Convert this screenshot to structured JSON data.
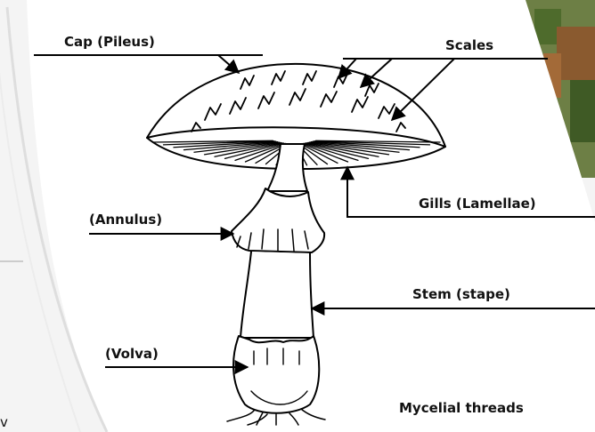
{
  "diagram": {
    "labels": {
      "cap": "Cap (Pileus)",
      "scales": "Scales",
      "gills": "Gills (Lamellae)",
      "annulus": "(Annulus)",
      "stem": "Stem (stape)",
      "volva": "(Volva)",
      "mycelium": "Mycelial threads"
    },
    "corner_text": "v"
  },
  "colors": {
    "ink": "#000000",
    "paper": "#ffffff",
    "background": "#f4f4f4",
    "photo_green": "#5f7a3c",
    "photo_brown": "#8a5a2f",
    "sand": "#d9c49a"
  }
}
